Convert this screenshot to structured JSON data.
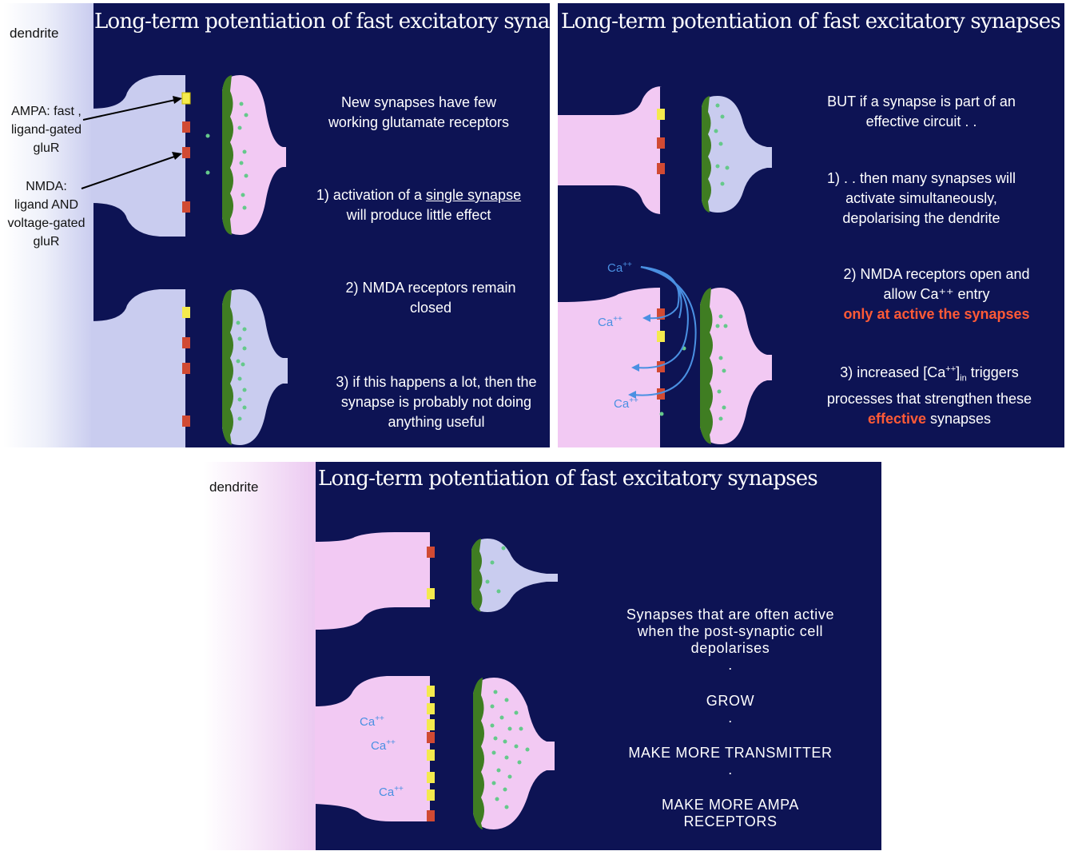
{
  "panel1": {
    "title": "Long-term potentiation of fast excitatory synapses",
    "dendrite_label": "dendrite",
    "ampa_label": [
      "AMPA: fast ,",
      "ligand-gated",
      "gluR"
    ],
    "nmda_label": [
      "NMDA:",
      "ligand AND",
      "voltage-gated",
      "gluR"
    ],
    "intro": [
      "New synapses have few",
      "working glutamate receptors"
    ],
    "point1_prefix": "1)  activation of a ",
    "point1_link": "single synapse",
    "point1_line2": "will produce little effect",
    "point2": [
      "2)  NMDA receptors remain",
      "closed"
    ],
    "point3": [
      "3)  if this happens a lot, then the",
      "synapse is probably not doing",
      "anything useful"
    ]
  },
  "panel2": {
    "title": "Long-term potentiation of fast excitatory synapses",
    "intro": [
      "BUT if a synapse is part of an",
      "effective circuit . ."
    ],
    "point1": [
      "1)   . . then many synapses will",
      "activate simultaneously,",
      "depolarising the dendrite"
    ],
    "point2": [
      "2)    NMDA receptors open and",
      "allow Ca⁺⁺ entry"
    ],
    "point2_highlight": "only at active the synapses",
    "point3_prefix": "3)  increased [Ca",
    "point3_sup": "++",
    "point3_close": "]",
    "point3_sub": "in",
    "point3_suffix": " triggers",
    "point3_line2": "processes that strengthen these",
    "point3_highlight": "effective",
    "point3_end": " synapses",
    "ion": "Ca",
    "ion_sup": "++"
  },
  "panel3": {
    "title": "Long-term potentiation of fast excitatory synapses",
    "dendrite_label": "dendrite",
    "intro": [
      "Synapses that are often active",
      "when the post-synaptic cell",
      "depolarises"
    ],
    "sep": ".",
    "grow": "GROW",
    "more_transmitter": "MAKE MORE TRANSMITTER",
    "more_ampa": [
      "MAKE MORE AMPA",
      "RECEPTORS"
    ],
    "ion": "Ca",
    "ion_sup": "++"
  },
  "colors": {
    "background": "#0d1354",
    "spine_lavender": "#c9ccef",
    "spine_pink": "#f2c9f3",
    "ampa_receptor": "#f4ea4d",
    "nmda_receptor": "#d14a33",
    "vesicle": "#65c98b",
    "active_zone": "#3f7d22",
    "calcium": "#4a90e2",
    "highlight": "#ff5a36"
  }
}
